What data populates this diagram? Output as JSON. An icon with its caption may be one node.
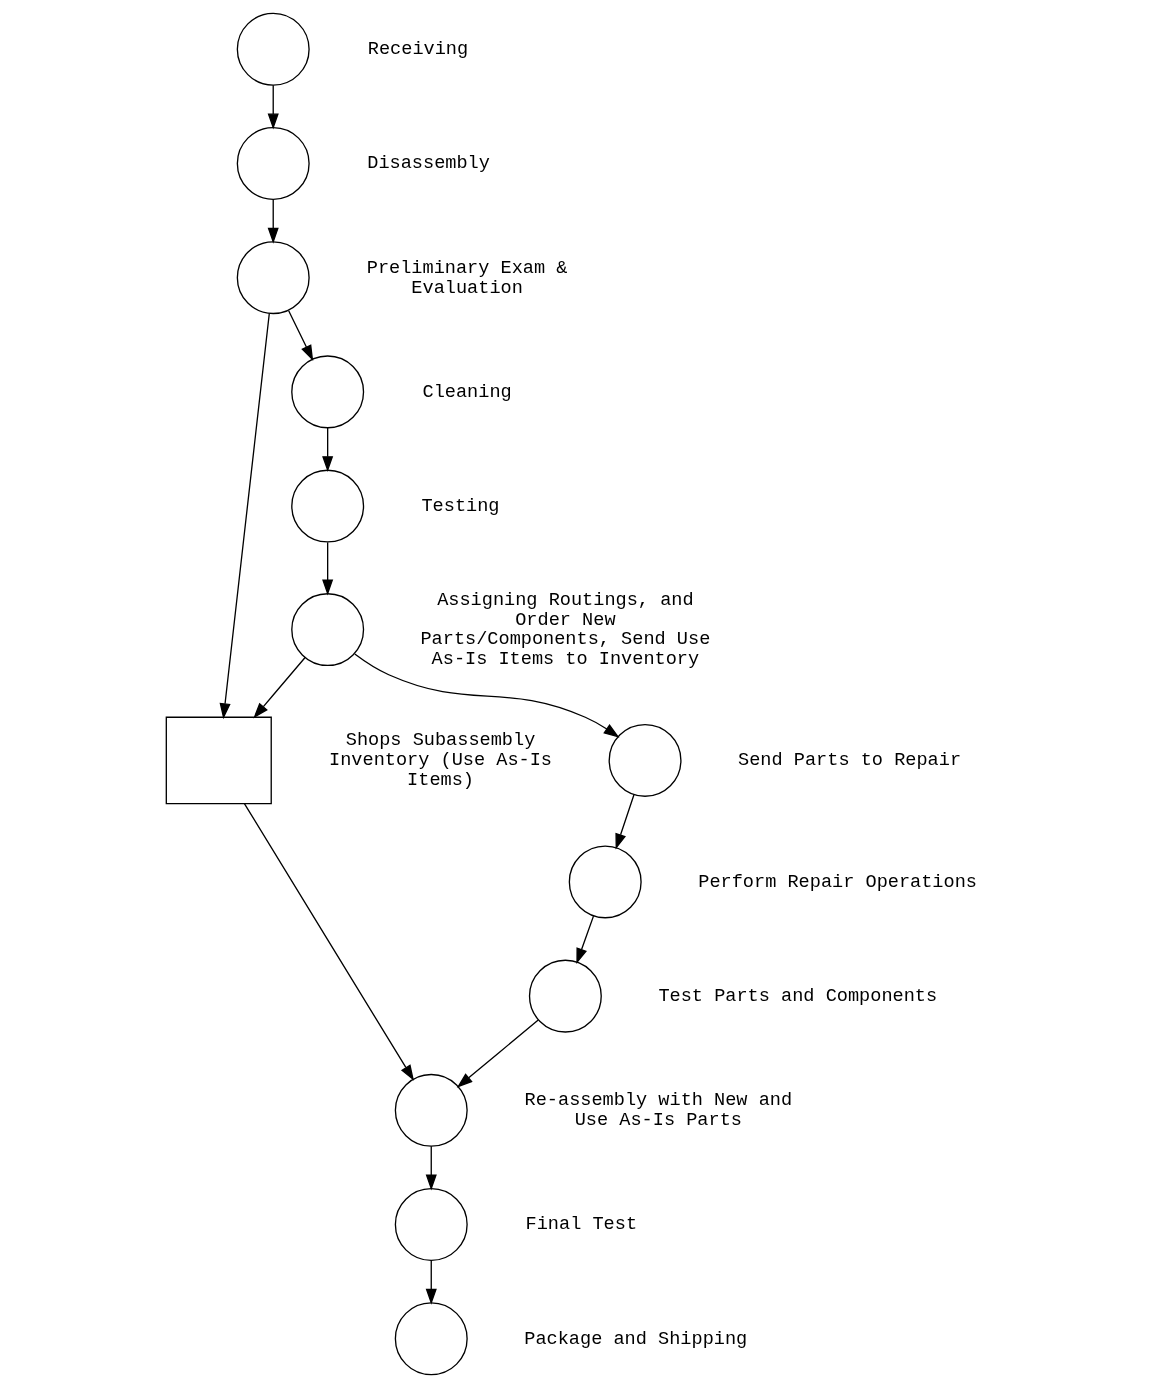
{
  "diagram": {
    "nodes": [
      {
        "text": [],
        "shape": "circle",
        "beside": [
          "Receiving"
        ]
      },
      {
        "text": [],
        "shape": "circle",
        "beside": [
          "Disassembly"
        ]
      },
      {
        "text": [],
        "shape": "circle",
        "beside": [
          "Preliminary Exam & Evaluation"
        ]
      },
      {
        "text": [],
        "shape": "box",
        "beside": [
          "Shops Subassembly Inventory (Use As-Is Items)"
        ]
      },
      {
        "text": [],
        "shape": "circle",
        "beside": [
          "Cleaning"
        ]
      },
      {
        "text": [],
        "shape": "circle",
        "beside": [
          "Testing"
        ]
      },
      {
        "text": [],
        "shape": "circle",
        "beside": [
          "Assigning Routings, and Order New Parts/Components, Send Use As-Is Items to Inventory"
        ]
      },
      {
        "text": [],
        "shape": "circle",
        "beside": [
          "Send Parts to Repair"
        ]
      },
      {
        "text": [],
        "shape": "circle",
        "beside": [
          "Perform Repair Operations"
        ]
      },
      {
        "text": [],
        "shape": "circle",
        "beside": [
          "Test Parts and Components"
        ]
      },
      {
        "text": [],
        "shape": "circle",
        "beside": [
          "Re-assembly with New and Use As-Is Parts"
        ]
      },
      {
        "text": [],
        "shape": "circle",
        "beside": [
          "Final Test"
        ]
      },
      {
        "text": [],
        "shape": "circle",
        "beside": [
          "Package and Shipping"
        ]
      }
    ],
    "edges": [
      {
        "from": 0,
        "to": 1,
        "arrow": "to"
      },
      {
        "from": 1,
        "to": 2,
        "arrow": "to"
      },
      {
        "from": 2,
        "to": 3,
        "arrow": "to"
      },
      {
        "from": 2,
        "to": 4,
        "arrow": "to"
      },
      {
        "from": 6,
        "to": 3,
        "arrow": "to"
      },
      {
        "from": 4,
        "to": 5,
        "arrow": "to"
      },
      {
        "from": 5,
        "to": 6,
        "arrow": "to"
      },
      {
        "from": 6,
        "to": 7,
        "arrow": "to"
      },
      {
        "from": 7,
        "to": 8,
        "arrow": "to"
      },
      {
        "from": 8,
        "to": 9,
        "arrow": "to"
      },
      {
        "from": 9,
        "to": 10,
        "arrow": "to"
      },
      {
        "from": 3,
        "to": 10,
        "arrow": "to"
      },
      {
        "from": 10,
        "to": 11,
        "arrow": "to"
      },
      {
        "from": 11,
        "to": 12,
        "arrow": "to"
      }
    ]
  }
}
